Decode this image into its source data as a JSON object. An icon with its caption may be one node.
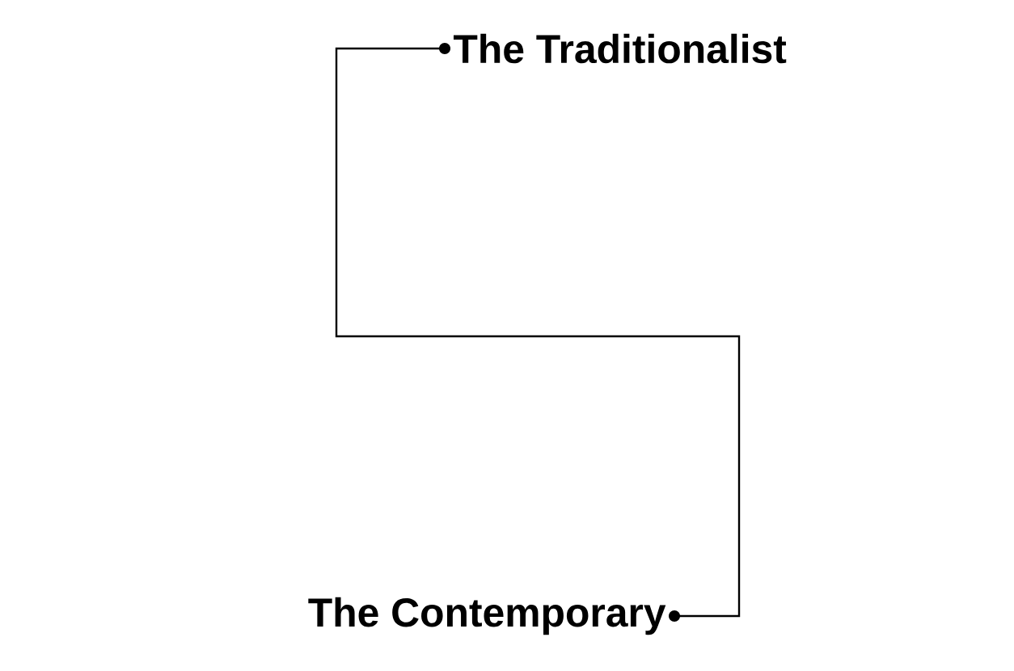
{
  "diagram": {
    "nodes": [
      {
        "text": [
          "The Traditionalist"
        ]
      },
      {
        "text": [
          "The Contemporary"
        ]
      }
    ],
    "edges": [
      {
        "from": 0,
        "to": 1,
        "arrow": "other"
      }
    ]
  }
}
